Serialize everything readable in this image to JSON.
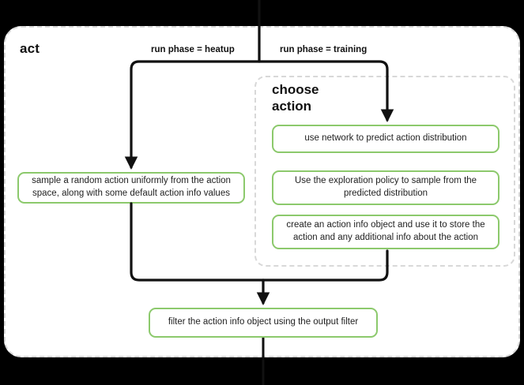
{
  "diagram": {
    "title": "act",
    "card": {
      "style": "dashed-rounded-card",
      "bg": "#ffffff",
      "border_color": "#d8d8d8"
    },
    "accent_green": "#8cc96c",
    "line_color": "#111111",
    "group": {
      "name": "choose action",
      "title": "choose\naction",
      "title_line1": "choose",
      "title_line2": "action",
      "style": "dashed-rounded-group"
    },
    "edge_labels": [
      {
        "id": "heatup",
        "text": "run phase = heatup"
      },
      {
        "id": "training",
        "text": "run phase = training"
      }
    ],
    "nodes": [
      {
        "id": "sample",
        "text": "sample a random action uniformly from the action space, along with some default action info values",
        "branch": "heatup"
      },
      {
        "id": "use-network",
        "text": "use network to predict action distribution",
        "branch": "training"
      },
      {
        "id": "exploration-policy",
        "text": "Use the exploration policy to sample from the predicted distribution",
        "branch": "training"
      },
      {
        "id": "create-action-info",
        "text": "create an action info object and use it to store the action and any additional info about the action",
        "branch": "training"
      },
      {
        "id": "filter",
        "text": "filter the action info object using the output filter",
        "branch": "merge"
      }
    ]
  }
}
